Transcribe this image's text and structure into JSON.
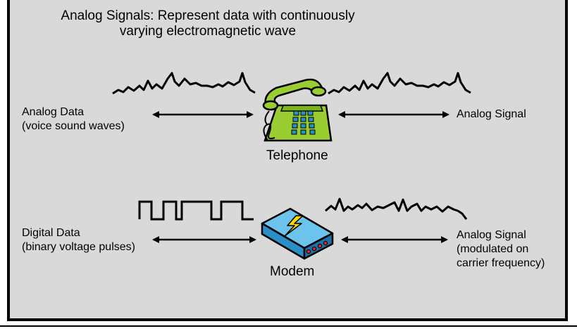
{
  "title": "Analog Signals: Represent data with continuously\nvarying electromagnetic wave",
  "rows": [
    {
      "left_label": "Analog Data\n(voice sound waves)",
      "device_label": "Telephone",
      "right_label": "Analog Signal",
      "device_icon": "telephone-icon",
      "input_wave": "analog-wave",
      "output_wave": "analog-wave"
    },
    {
      "left_label": "Digital Data\n(binary voltage pulses)",
      "device_label": "Modem",
      "right_label": "Analog Signal\n(modulated on\ncarrier frequency)",
      "device_icon": "modem-icon",
      "input_wave": "square-wave",
      "output_wave": "analog-wave"
    }
  ],
  "colors": {
    "background": "#d9d9d9",
    "telephone": "#9acd32",
    "modem": "#3aa8d8",
    "lightning": "#ffd700"
  }
}
